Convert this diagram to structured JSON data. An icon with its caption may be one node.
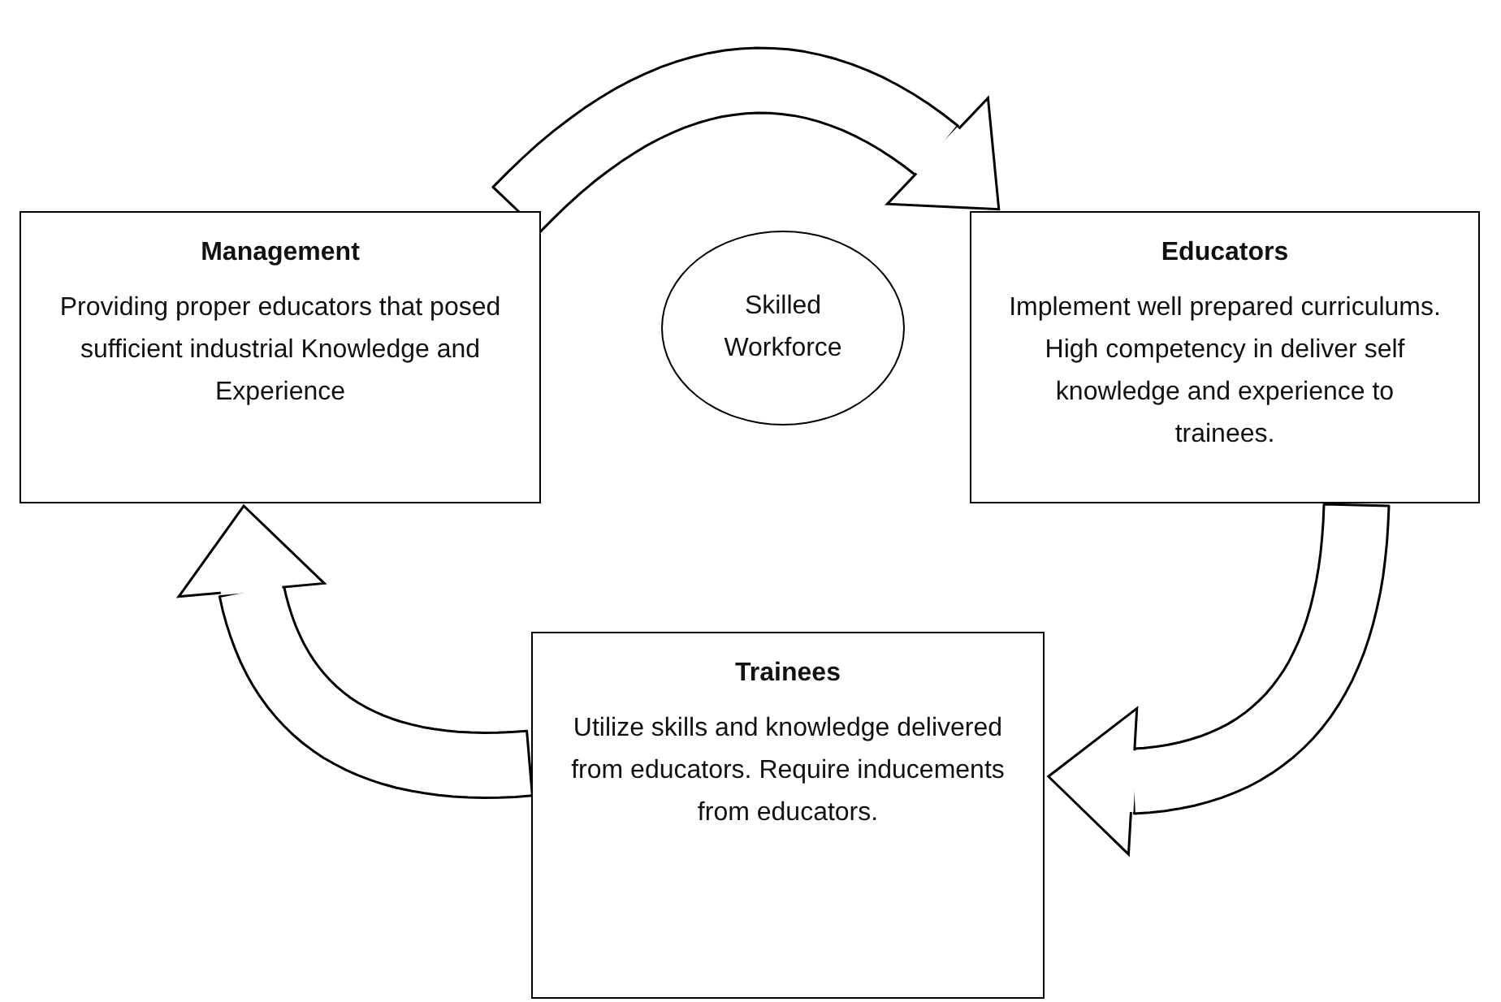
{
  "diagram": {
    "nodes": [
      {
        "text": [
          "Management",
          "Providing proper educators that posed sufficient industrial Knowledge and Experience"
        ]
      },
      {
        "text": [
          "Educators",
          "Implement well prepared curriculums. High competency in deliver self knowledge and experience to trainees."
        ]
      },
      {
        "text": [
          "Trainees",
          "Utilize skills and knowledge delivered from educators. Require inducements from educators."
        ]
      },
      {
        "text": [
          "Skilled Workforce"
        ]
      }
    ],
    "edges": [
      {
        "from": 0,
        "to": 1,
        "arrow": "to"
      },
      {
        "from": 1,
        "to": 2,
        "arrow": "to"
      },
      {
        "from": 2,
        "to": 0,
        "arrow": "to"
      }
    ]
  }
}
